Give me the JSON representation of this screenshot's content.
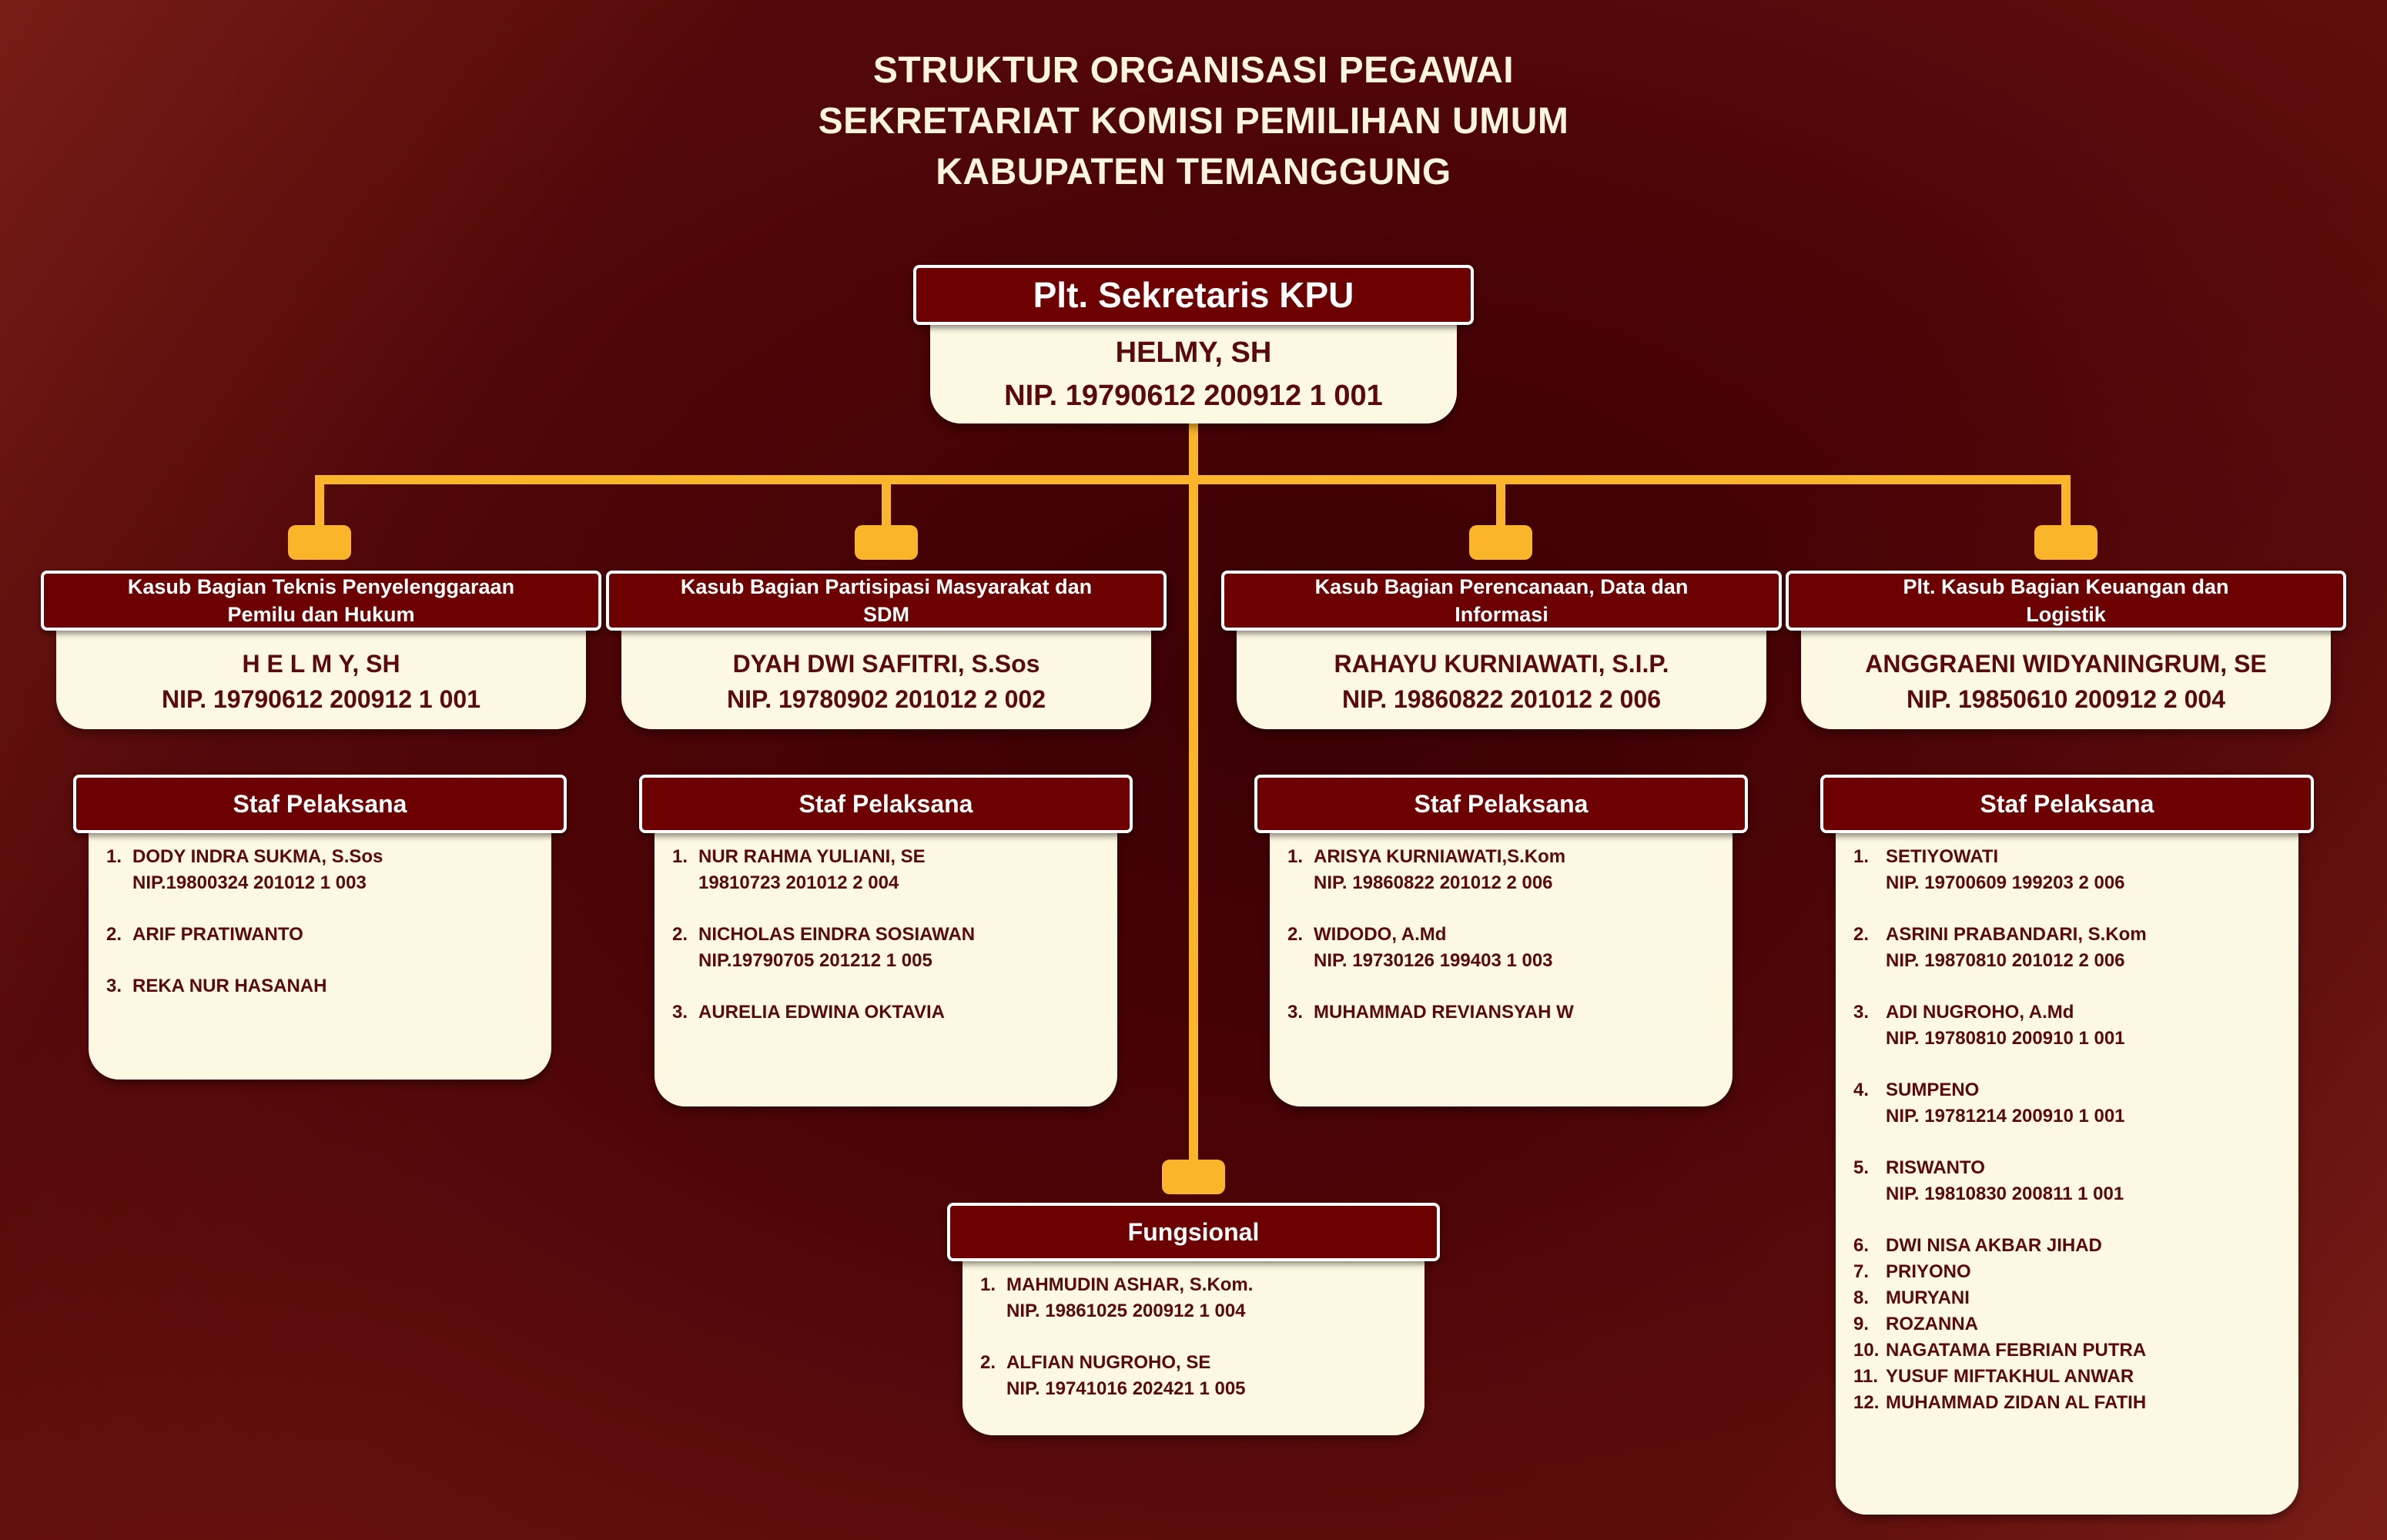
{
  "title": [
    "STRUKTUR ORGANISASI PEGAWAI",
    "SEKRETARIAT KOMISI PEMILIHAN UMUM",
    "KABUPATEN TEMANGGUNG"
  ],
  "head": {
    "title": "Plt. Sekretaris KPU",
    "name": "HELMY, SH",
    "nip": "NIP. 19790612 200912 1 001"
  },
  "colors": {
    "connector": "#fbb52a",
    "header": "#6d0000",
    "body": "#fdf8e2",
    "text": "#5a0a0a"
  },
  "divisions": [
    {
      "title_1": "Kasub Bagian Teknis Penyelenggaraan",
      "title_2": "Pemilu dan Hukum",
      "name": "H E L M Y, SH",
      "nip": "NIP. 19790612 200912 1 001",
      "staff_title": "Staf Pelaksana",
      "staff": [
        {
          "no": "1.",
          "name": "DODY INDRA SUKMA, S.Sos",
          "nip": "NIP.19800324 201012 1 003"
        },
        {
          "no": "2.",
          "name": "ARIF PRATIWANTO"
        },
        {
          "no": "3.",
          "name": "REKA NUR HASANAH"
        }
      ]
    },
    {
      "title_1": "Kasub Bagian Partisipasi Masyarakat dan",
      "title_2": "SDM",
      "name": "DYAH DWI SAFITRI, S.Sos",
      "nip": "NIP. 19780902  201012 2 002",
      "staff_title": "Staf Pelaksana",
      "staff": [
        {
          "no": "1.",
          "name": "NUR RAHMA YULIANI, SE",
          "nip": "19810723 201012 2 004"
        },
        {
          "no": "2.",
          "name": "NICHOLAS EINDRA SOSIAWAN",
          "nip": "NIP.19790705 201212 1 005"
        },
        {
          "no": "3.",
          "name": "AURELIA EDWINA OKTAVIA"
        }
      ]
    },
    {
      "title_1": "Kasub Bagian Perencanaan, Data dan",
      "title_2": "Informasi",
      "name": "RAHAYU KURNIAWATI, S.I.P.",
      "nip": "NIP. 19860822 201012 2 006",
      "staff_title": "Staf Pelaksana",
      "staff": [
        {
          "no": "1.",
          "name": "ARISYA KURNIAWATI,S.Kom",
          "nip": "NIP. 19860822 201012 2 006"
        },
        {
          "no": "2.",
          "name": "WIDODO, A.Md",
          "nip": "NIP. 19730126 199403 1 003"
        },
        {
          "no": "3.",
          "name": "MUHAMMAD REVIANSYAH W"
        }
      ]
    },
    {
      "title_1": "Plt. Kasub Bagian Keuangan dan",
      "title_2": "Logistik",
      "name": "ANGGRAENI WIDYANINGRUM, SE",
      "nip": "NIP. 19850610 200912 2 004",
      "staff_title": "Staf Pelaksana",
      "staff": [
        {
          "no": "1.",
          "name": "SETIYOWATI",
          "nip": "NIP. 19700609 199203 2 006"
        },
        {
          "no": "2.",
          "name": "ASRINI PRABANDARI, S.Kom",
          "nip": "NIP. 19870810 201012 2 006"
        },
        {
          "no": "3.",
          "name": "ADI NUGROHO, A.Md",
          "nip": "NIP. 19780810 200910 1 001"
        },
        {
          "no": "4.",
          "name": "SUMPENO",
          "nip": "NIP. 19781214 200910 1 001"
        },
        {
          "no": "5.",
          "name": "RISWANTO",
          "nip": "NIP. 19810830 200811 1 001"
        },
        {
          "no": "6.",
          "name": "DWI NISA AKBAR JIHAD"
        },
        {
          "no": "7.",
          "name": "PRIYONO"
        },
        {
          "no": "8.",
          "name": "MURYANI"
        },
        {
          "no": "9.",
          "name": "ROZANNA"
        },
        {
          "no": "10.",
          "name": "NAGATAMA FEBRIAN PUTRA"
        },
        {
          "no": "11.",
          "name": "YUSUF MIFTAKHUL ANWAR"
        },
        {
          "no": "12.",
          "name": "MUHAMMAD ZIDAN AL FATIH"
        }
      ]
    }
  ],
  "fungsional": {
    "title": "Fungsional",
    "staff": [
      {
        "no": "1.",
        "name": "MAHMUDIN ASHAR, S.Kom.",
        "nip": "NIP. 19861025 200912 1 004"
      },
      {
        "no": "2.",
        "name": "ALFIAN NUGROHO, SE",
        "nip": "NIP. 19741016 202421 1 005"
      }
    ]
  }
}
